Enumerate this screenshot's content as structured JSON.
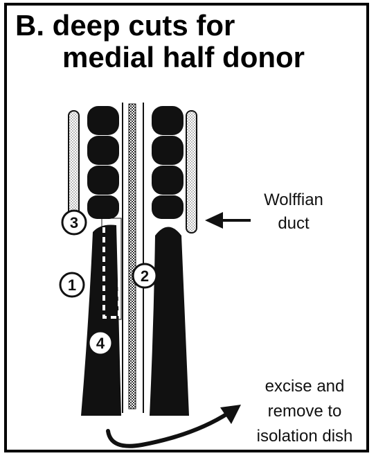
{
  "title": {
    "line1": "B. deep cuts for",
    "line2": "medial half donor"
  },
  "labels": {
    "wolffian_line1": "Wolffian",
    "wolffian_line2": "duct",
    "excise_line1": "excise and",
    "excise_line2": "remove to",
    "excise_line3": "isolation dish"
  },
  "cut_markers": [
    "1",
    "2",
    "3",
    "4"
  ],
  "colors": {
    "ink": "#111111",
    "background": "#ffffff",
    "stipple": "#bdbdbd"
  }
}
